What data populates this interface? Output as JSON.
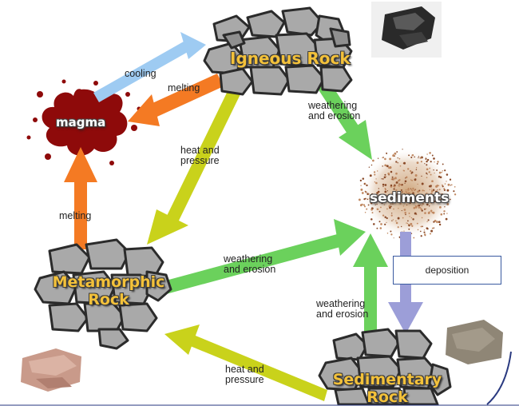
{
  "rocks": {
    "igneous": "Igneous Rock",
    "metamorphic": [
      "Metamorphic",
      "Rock"
    ],
    "sedimentary": [
      "Sedimentary",
      "Rock"
    ]
  },
  "magma": "magma",
  "sediments": "sediments",
  "labels": {
    "cooling": "cooling",
    "melting_top": "melting",
    "melting_left": "melting",
    "weathering_top": [
      "weathering",
      "and erosion"
    ],
    "weathering_mid": [
      "weathering",
      "and erosion"
    ],
    "weathering_right": [
      "weathering",
      "and erosion"
    ],
    "heat_pressure_top": [
      "heat and",
      "pressure"
    ],
    "heat_pressure_bottom": [
      "heat and",
      "pressure"
    ],
    "deposition": "deposition"
  },
  "colors": {
    "cooling": "#9ecbf2",
    "melting": "#f47a23",
    "heat_pressure": "#c9d21b",
    "weathering": "#6bd15c",
    "deposition": "#9c9ed8",
    "magma": "#8e0a0a",
    "rock_title": "#f3c13a"
  }
}
